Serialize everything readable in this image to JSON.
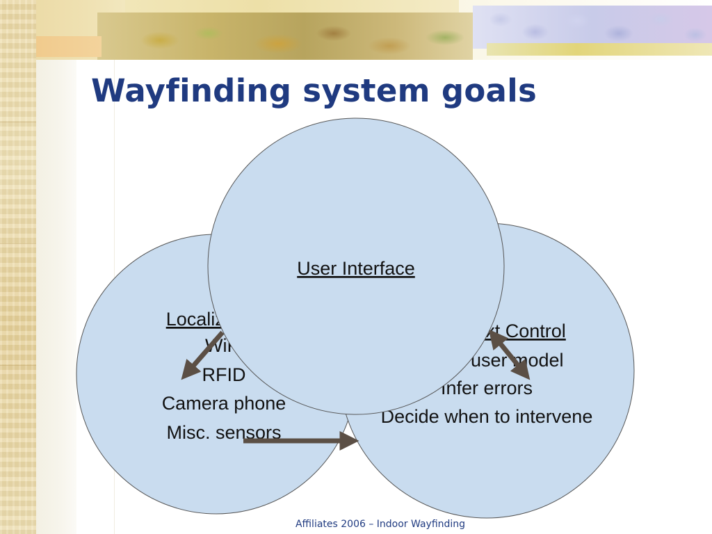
{
  "slide": {
    "title": "Wayfinding system goals",
    "footer": "Affiliates 2006 – Indoor Wayfinding"
  },
  "colors": {
    "title": "#1f3a80",
    "circle_fill": "#c9dcef",
    "circle_stroke": "#555555",
    "arrow": "#5b4f45"
  },
  "diagram": {
    "localization": {
      "heading": "Localization",
      "items": [
        "WiFi",
        "RFID",
        "Camera phone",
        "Misc. sensors"
      ]
    },
    "user_interface": {
      "heading": "User Interface"
    },
    "context_control": {
      "heading": "Context Control",
      "items": [
        "Build user model",
        "Infer errors",
        "Decide when to intervene"
      ]
    }
  }
}
